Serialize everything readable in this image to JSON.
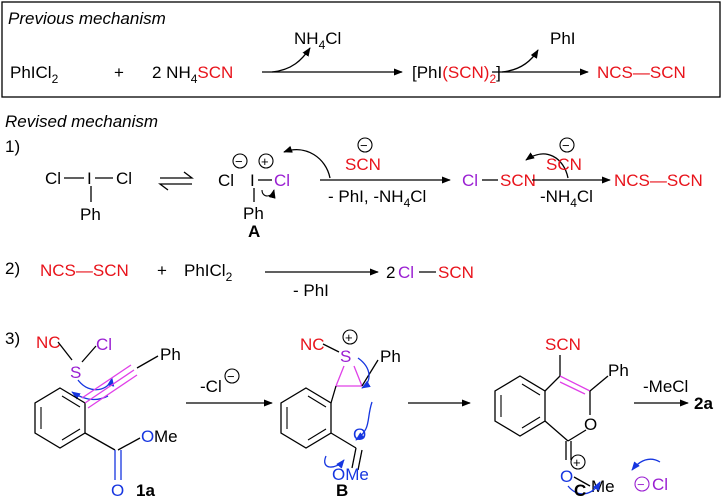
{
  "colors": {
    "red": "#e8131b",
    "purple": "#9a1fd2",
    "blue": "#1636e0",
    "magenta": "#e040e8",
    "black": "#000000"
  },
  "previous": {
    "heading": "Previous mechanism",
    "reactant1": "PhICl",
    "sub2": "2",
    "plus": "+",
    "coef2": "2 NH",
    "sub4": "4",
    "scn": "SCN",
    "byproduct_nh": "NH",
    "byproduct_cl": "Cl",
    "intermediate_open": "[PhI",
    "intermediate_scn": "(SCN)",
    "intermediate_close": "]",
    "phi": "PhI",
    "product": "NCS—SCN"
  },
  "revised": {
    "heading": "Revised mechanism",
    "step1": {
      "label": "1)",
      "cl": "Cl",
      "i": "I",
      "ph": "Ph",
      "minus": "−",
      "plus": "+",
      "scn": "SCN",
      "cond1": "- PhI, -NH",
      "sub4": "4",
      "cond1_cl": "Cl",
      "compound_a": "A",
      "clscn_cl": "Cl",
      "clscn_scn": "SCN",
      "cond2": "-NH",
      "cond2_cl": "Cl",
      "product": "NCS—SCN"
    },
    "step2": {
      "label": "2)",
      "reactant": "NCS—SCN",
      "plus": "+",
      "reagent": "PhICl",
      "sub2": "2",
      "cond": "- PhI",
      "coef": "2",
      "prod_cl": "Cl",
      "prod_scn": "SCN"
    },
    "step3": {
      "label": "3)",
      "nc": "NC",
      "s": "S",
      "cl": "Cl",
      "ph": "Ph",
      "o": "O",
      "ome": "OMe",
      "compound_1a": "1a",
      "arrow1_cl": "-Cl",
      "minus": "−",
      "plus": "+",
      "compound_b": "B",
      "scn": "SCN",
      "me": "Me",
      "compound_c": "C",
      "arrow3_cond": "-MeCl",
      "product": "2a"
    }
  }
}
